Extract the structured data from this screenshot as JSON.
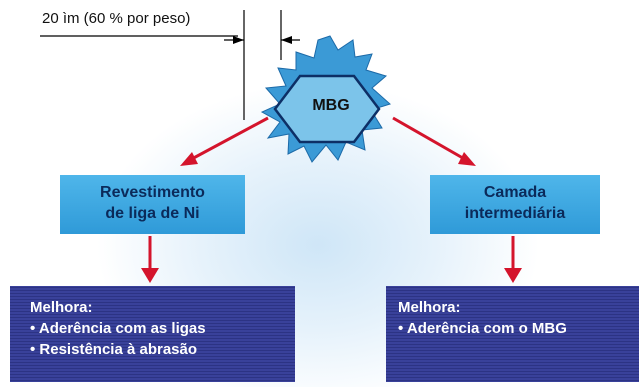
{
  "dimension_label": "20 ìm (60 % por peso)",
  "core_label": "MBG",
  "left_branch": {
    "box_line1": "Revestimento",
    "box_line2": "de liga de Ni",
    "panel_title": "Melhora:",
    "panel_items": [
      "• Aderência com as ligas",
      "• Resistência à abrasão"
    ]
  },
  "right_branch": {
    "box_line1": "Camada",
    "box_line2": "intermediária",
    "panel_title": "Melhora:",
    "panel_items": [
      "• Aderência com o MBG"
    ]
  },
  "colors": {
    "arrow": "#d4142c",
    "core_fill": "#7cc4ea",
    "core_star": "#3b9ad6",
    "box_fill": "#3aa7e2",
    "panel_fill": "#353d93"
  }
}
